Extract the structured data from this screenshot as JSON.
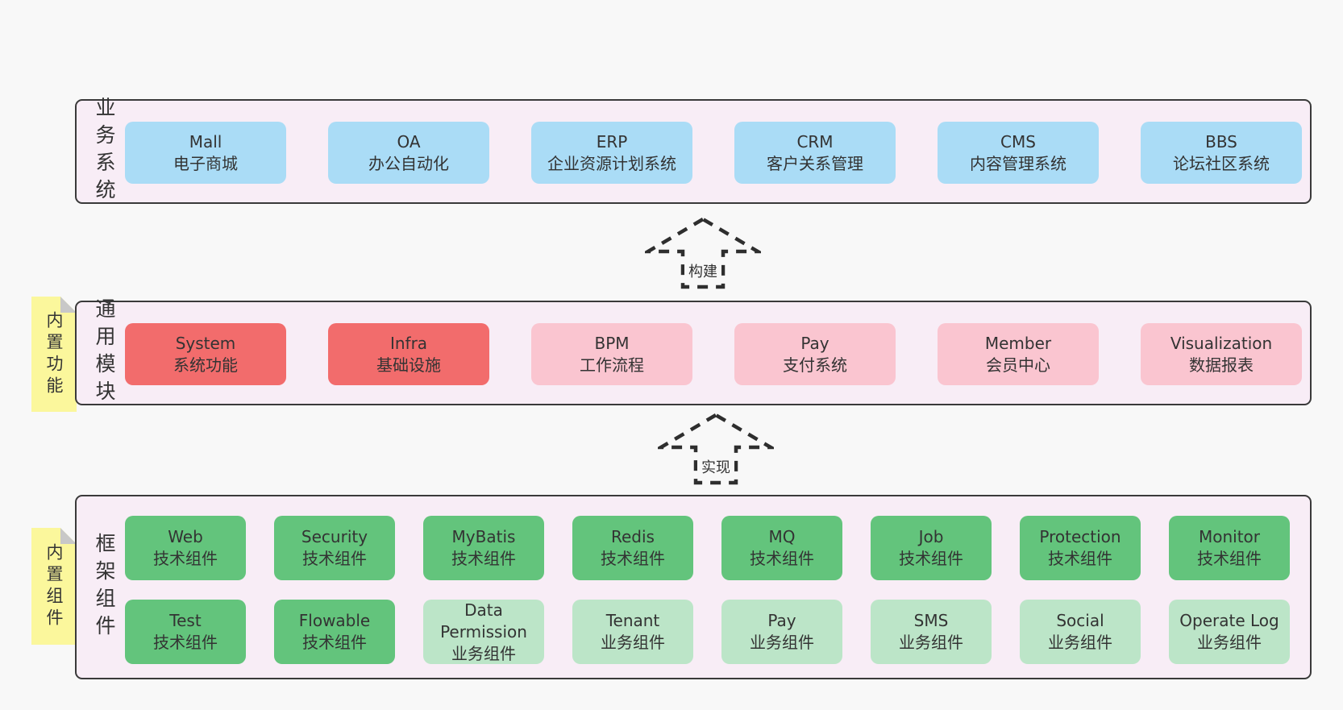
{
  "colors": {
    "page_bg": "#f8f8f8",
    "layer_bg": "#f8edf6",
    "layer_border": "#3a3a3a",
    "box_blue": "#aadcf6",
    "box_red": "#f26c6c",
    "box_pink": "#fac5d0",
    "box_green": "#63c47c",
    "box_light_green": "#bce5c8",
    "note_yellow": "#fbf79c",
    "note_fold_gray": "#c8c8c8",
    "text": "#333333"
  },
  "layers": [
    {
      "label": "业务系统",
      "boxes": [
        {
          "name": "Mall",
          "sub": "电子商城"
        },
        {
          "name": "OA",
          "sub": "办公自动化"
        },
        {
          "name": "ERP",
          "sub": "企业资源计划系统"
        },
        {
          "name": "CRM",
          "sub": "客户关系管理"
        },
        {
          "name": "CMS",
          "sub": "内容管理系统"
        },
        {
          "name": "BBS",
          "sub": "论坛社区系统"
        }
      ]
    },
    {
      "label": "通用模块",
      "note": "内置功能",
      "boxes": [
        {
          "name": "System",
          "sub": "系统功能"
        },
        {
          "name": "Infra",
          "sub": "基础设施"
        },
        {
          "name": "BPM",
          "sub": "工作流程"
        },
        {
          "name": "Pay",
          "sub": "支付系统"
        },
        {
          "name": "Member",
          "sub": "会员中心"
        },
        {
          "name": "Visualization",
          "sub": "数据报表"
        }
      ]
    },
    {
      "label": "框架组件",
      "note": "内置组件",
      "top_row": [
        {
          "name": "Web",
          "sub": "技术组件"
        },
        {
          "name": "Security",
          "sub": "技术组件"
        },
        {
          "name": "MyBatis",
          "sub": "技术组件"
        },
        {
          "name": "Redis",
          "sub": "技术组件"
        },
        {
          "name": "MQ",
          "sub": "技术组件"
        },
        {
          "name": "Job",
          "sub": "技术组件"
        },
        {
          "name": "Protection",
          "sub": "技术组件"
        },
        {
          "name": "Monitor",
          "sub": "技术组件"
        }
      ],
      "bottom_row": [
        {
          "name": "Test",
          "sub": "技术组件"
        },
        {
          "name": "Flowable",
          "sub": "技术组件"
        },
        {
          "name": "Data Permission",
          "sub": "业务组件"
        },
        {
          "name": "Tenant",
          "sub": "业务组件"
        },
        {
          "name": "Pay",
          "sub": "业务组件"
        },
        {
          "name": "SMS",
          "sub": "业务组件"
        },
        {
          "name": "Social",
          "sub": "业务组件"
        },
        {
          "name": "Operate Log",
          "sub": "业务组件"
        }
      ]
    }
  ],
  "arrows": [
    {
      "label": "构建"
    },
    {
      "label": "实现"
    }
  ]
}
